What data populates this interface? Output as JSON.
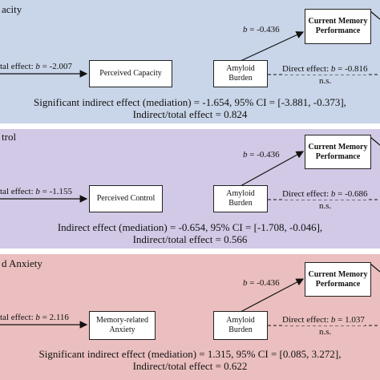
{
  "colors": {
    "panel1": "#c9d5e8",
    "panel2": "#d2c9e6",
    "panel3": "#ebbfbf"
  },
  "panels": [
    {
      "title": "acity",
      "total_prefix": "tal effect: ",
      "total_b": "b",
      "total_value": " = -2.007",
      "mediator": "Perceived Capacity",
      "amyloid": "Amyloid Burden",
      "outcome": "Current Memory Performance",
      "path_b_prefix": "b",
      "path_b_value": " = -0.436",
      "direct_prefix": "Direct effect: ",
      "direct_b": "b",
      "direct_value": " = -0.816",
      "ns": "n.s.",
      "summary_line1": "Significant indirect effect (mediation) = -1.654, 95% CI = [-3.881, -0.373],",
      "summary_line2": "Indirect/total effect = 0.824"
    },
    {
      "title": "trol",
      "total_prefix": "tal effect: ",
      "total_b": "b",
      "total_value": " = -1.155",
      "mediator": "Perceived Control",
      "amyloid": "Amyloid Burden",
      "outcome": "Current Memory Performance",
      "path_b_prefix": "b",
      "path_b_value": " = -0.436",
      "direct_prefix": "Direct effect: ",
      "direct_b": "b",
      "direct_value": " = -0.686",
      "ns": "n.s.",
      "summary_line1": "Indirect effect (mediation) = -0.654, 95% CI = [-1.708, -0.046],",
      "summary_line2": "Indirect/total effect = 0.566"
    },
    {
      "title": "d Anxiety",
      "total_prefix": "tal effect: ",
      "total_b": "b",
      "total_value": " = 2.116",
      "mediator": "Memory-related Anxiety",
      "amyloid": "Amyloid Burden",
      "outcome": "Current Memory Performance",
      "path_b_prefix": "b",
      "path_b_value": " = -0.436",
      "direct_prefix": "Direct effect: ",
      "direct_b": "b",
      "direct_value": " = 1.037",
      "ns": "n.s.",
      "summary_line1": "Significant indirect effect (mediation) = 1.315, 95% CI = [0.085, 3.272],",
      "summary_line2": "Indirect/total effect = 0.622"
    }
  ]
}
